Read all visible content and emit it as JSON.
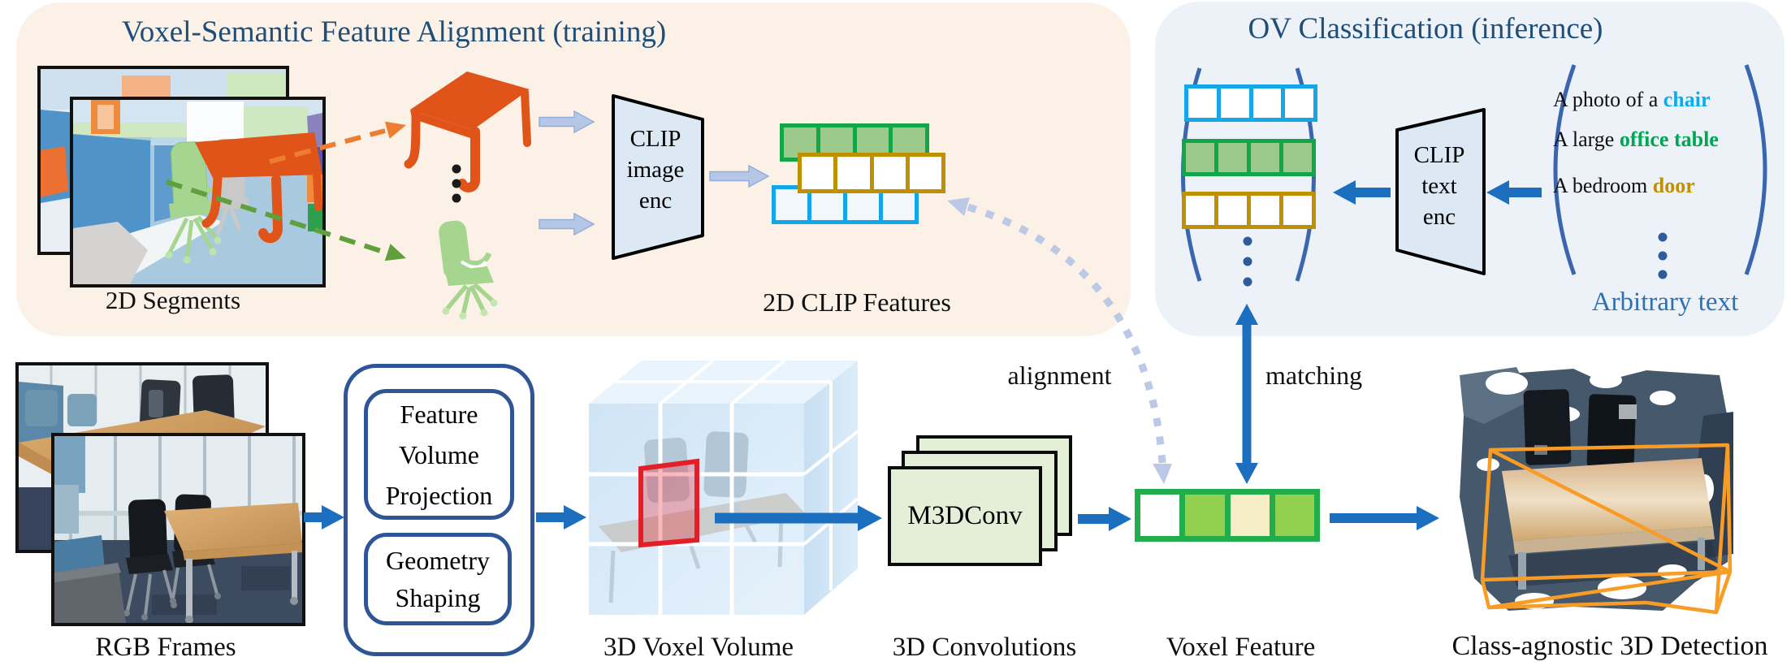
{
  "training": {
    "title": "Voxel-Semantic Feature Alignment (training)",
    "segments_label": "2D Segments",
    "clip_image_enc": [
      "CLIP",
      "image",
      "enc"
    ],
    "clip_features_label": "2D CLIP Features"
  },
  "inference": {
    "title": "OV Classification (inference)",
    "clip_text_enc": [
      "CLIP",
      "text",
      "enc"
    ],
    "prompts": [
      {
        "prefix": "A photo of a ",
        "term": "chair",
        "term_color": "#00b0f0"
      },
      {
        "prefix": "A large ",
        "term": "office table",
        "term_color": "#00a651"
      },
      {
        "prefix": "A bedroom ",
        "term": "door",
        "term_color": "#bf9000"
      }
    ],
    "arbitrary_label": "Arbitrary text"
  },
  "links": {
    "alignment": "alignment",
    "matching": "matching"
  },
  "flow": {
    "rgb_label": "RGB Frames",
    "projection_lines": [
      "Feature",
      "Volume",
      "Projection"
    ],
    "shaping_lines": [
      "Geometry",
      "Shaping"
    ],
    "voxel_volume_label": "3D Voxel Volume",
    "m3dconv_label": "M3DConv",
    "conv_label": "3D Convolutions",
    "voxel_feature_label": "Voxel Feature",
    "detection_label": "Class-agnostic 3D Detection"
  },
  "palette": {
    "panel_training_bg": "#fcf1e6",
    "panel_inference_bg": "#edf2f8",
    "title_blue": "#1f4e79",
    "solid_arrow_blue": "#1c6fbf",
    "light_arrow_blue": "#b4c7e7",
    "dotted_arrow_blue": "#bcc9e6",
    "bracket_blue": "#3a66b0",
    "feature_green_border": "#12a64b",
    "feature_green_fill": "#9cca8c",
    "feature_gold_border": "#bf9000",
    "feature_cyan_border": "#14a7e8",
    "voxel_cell_green": "#92d050",
    "voxel_cell_cream": "#f6eec7",
    "voxel_row_border": "#21ad4b",
    "red_voxel": "#e31e26",
    "segment_table_orange": "#e0541a",
    "segment_chair_green": "#a6d58f",
    "module_border_blue": "#2e5596",
    "conv_fill_green": "#e3efd7",
    "detection_box_orange": "#f79c27",
    "navy_dot": "#2e5b9e"
  }
}
